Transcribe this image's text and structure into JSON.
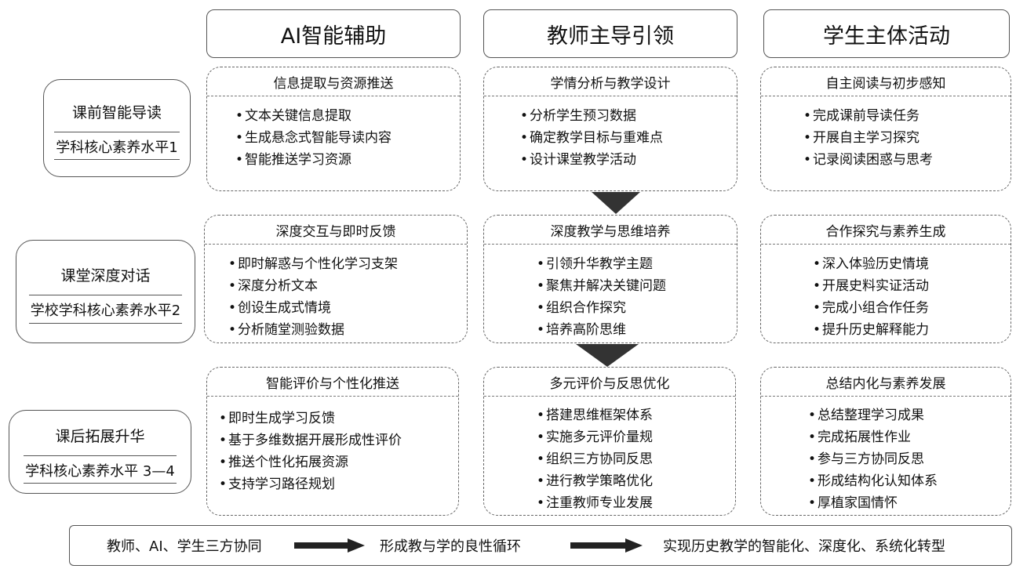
{
  "columns": [
    "AI智能辅助",
    "教师主导引领",
    "学生主体活动"
  ],
  "stages": [
    {
      "title": "课前智能导读",
      "level": "学科核心素养水平1"
    },
    {
      "title": "课堂深度对话",
      "level": "学校学科核心素养水平2"
    },
    {
      "title": "课后拓展升华",
      "level": "学科核心素养水平 3—4"
    }
  ],
  "boxes": {
    "ai": [
      {
        "title": "信息提取与资源推送",
        "items": [
          "文本关键信息提取",
          "生成悬念式智能导读内容",
          "智能推送学习资源"
        ]
      },
      {
        "title": "深度交互与即时反馈",
        "items": [
          "即时解惑与个性化学习支架",
          "深度分析文本",
          "创设生成式情境",
          "分析随堂测验数据"
        ]
      },
      {
        "title": "智能评价与个性化推送",
        "items": [
          "即时生成学习反馈",
          "基于多维数据开展形成性评价",
          "推送个性化拓展资源",
          "支持学习路径规划"
        ]
      }
    ],
    "teacher": [
      {
        "title": "学情分析与教学设计",
        "items": [
          "分析学生预习数据",
          "确定教学目标与重难点",
          "设计课堂教学活动"
        ]
      },
      {
        "title": "深度教学与思维培养",
        "items": [
          "引领升华教学主题",
          "聚焦并解决关键问题",
          "组织合作探究",
          "培养高阶思维"
        ]
      },
      {
        "title": "多元评价与反思优化",
        "items": [
          "搭建思维框架体系",
          "实施多元评价量规",
          "组织三方协同反思",
          "进行教学策略优化",
          "注重教师专业发展"
        ]
      }
    ],
    "student": [
      {
        "title": "自主阅读与初步感知",
        "items": [
          "完成课前导读任务",
          "开展自主学习探究",
          "记录阅读困惑与思考"
        ]
      },
      {
        "title": "合作探究与素养生成",
        "items": [
          "深入体验历史情境",
          "开展史料实证活动",
          "完成小组合作任务",
          "提升历史解释能力"
        ]
      },
      {
        "title": "总结内化与素养发展",
        "items": [
          "总结整理学习成果",
          "完成拓展性作业",
          "参与三方协同反思",
          "形成结构化认知体系",
          "厚植家国情怀"
        ]
      }
    ]
  },
  "bottom": {
    "step1": "教师、AI、学生三方协同",
    "step2": "形成教与学的良性循环",
    "step3": "实现历史教学的智能化、深度化、系统化转型"
  }
}
